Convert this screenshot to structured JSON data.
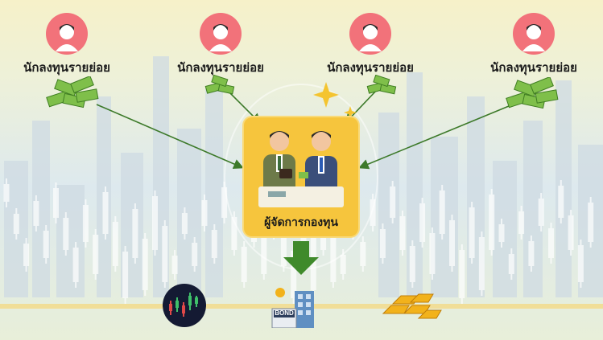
{
  "investors": [
    {
      "label": "นักลงทุนรายย่อย"
    },
    {
      "label": "นักลงทุนรายย่อย"
    },
    {
      "label": "นักลงทุนรายย่อย"
    },
    {
      "label": "นักลงทุนรายย่อย"
    }
  ],
  "manager": {
    "label": "ผู้จัดการกองทุน"
  },
  "assets": {
    "bond_label": "BOND"
  },
  "colors": {
    "arrow": "#3d7a2a",
    "box": "#f6c53d",
    "avatar_bg": "#f2727a",
    "down_arrow": "#3f8a2b"
  }
}
